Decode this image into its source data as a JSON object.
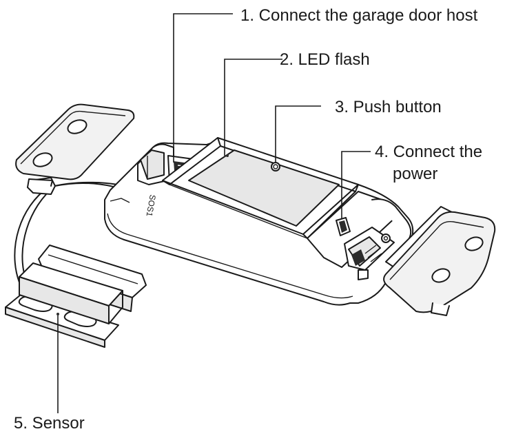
{
  "labels": {
    "connect_host": "1. Connect the garage door host",
    "led_flash": "2. LED flash",
    "push_button": "3. Push button",
    "connect_power_line1": "4. Connect the",
    "connect_power_line2": "power",
    "sensor": "5. Sensor"
  },
  "device": {
    "model_marking": "SOS1"
  },
  "colors": {
    "ink": "#1a1a1a",
    "panel": "#2b2b2b",
    "shade": "#e7e7e7"
  }
}
